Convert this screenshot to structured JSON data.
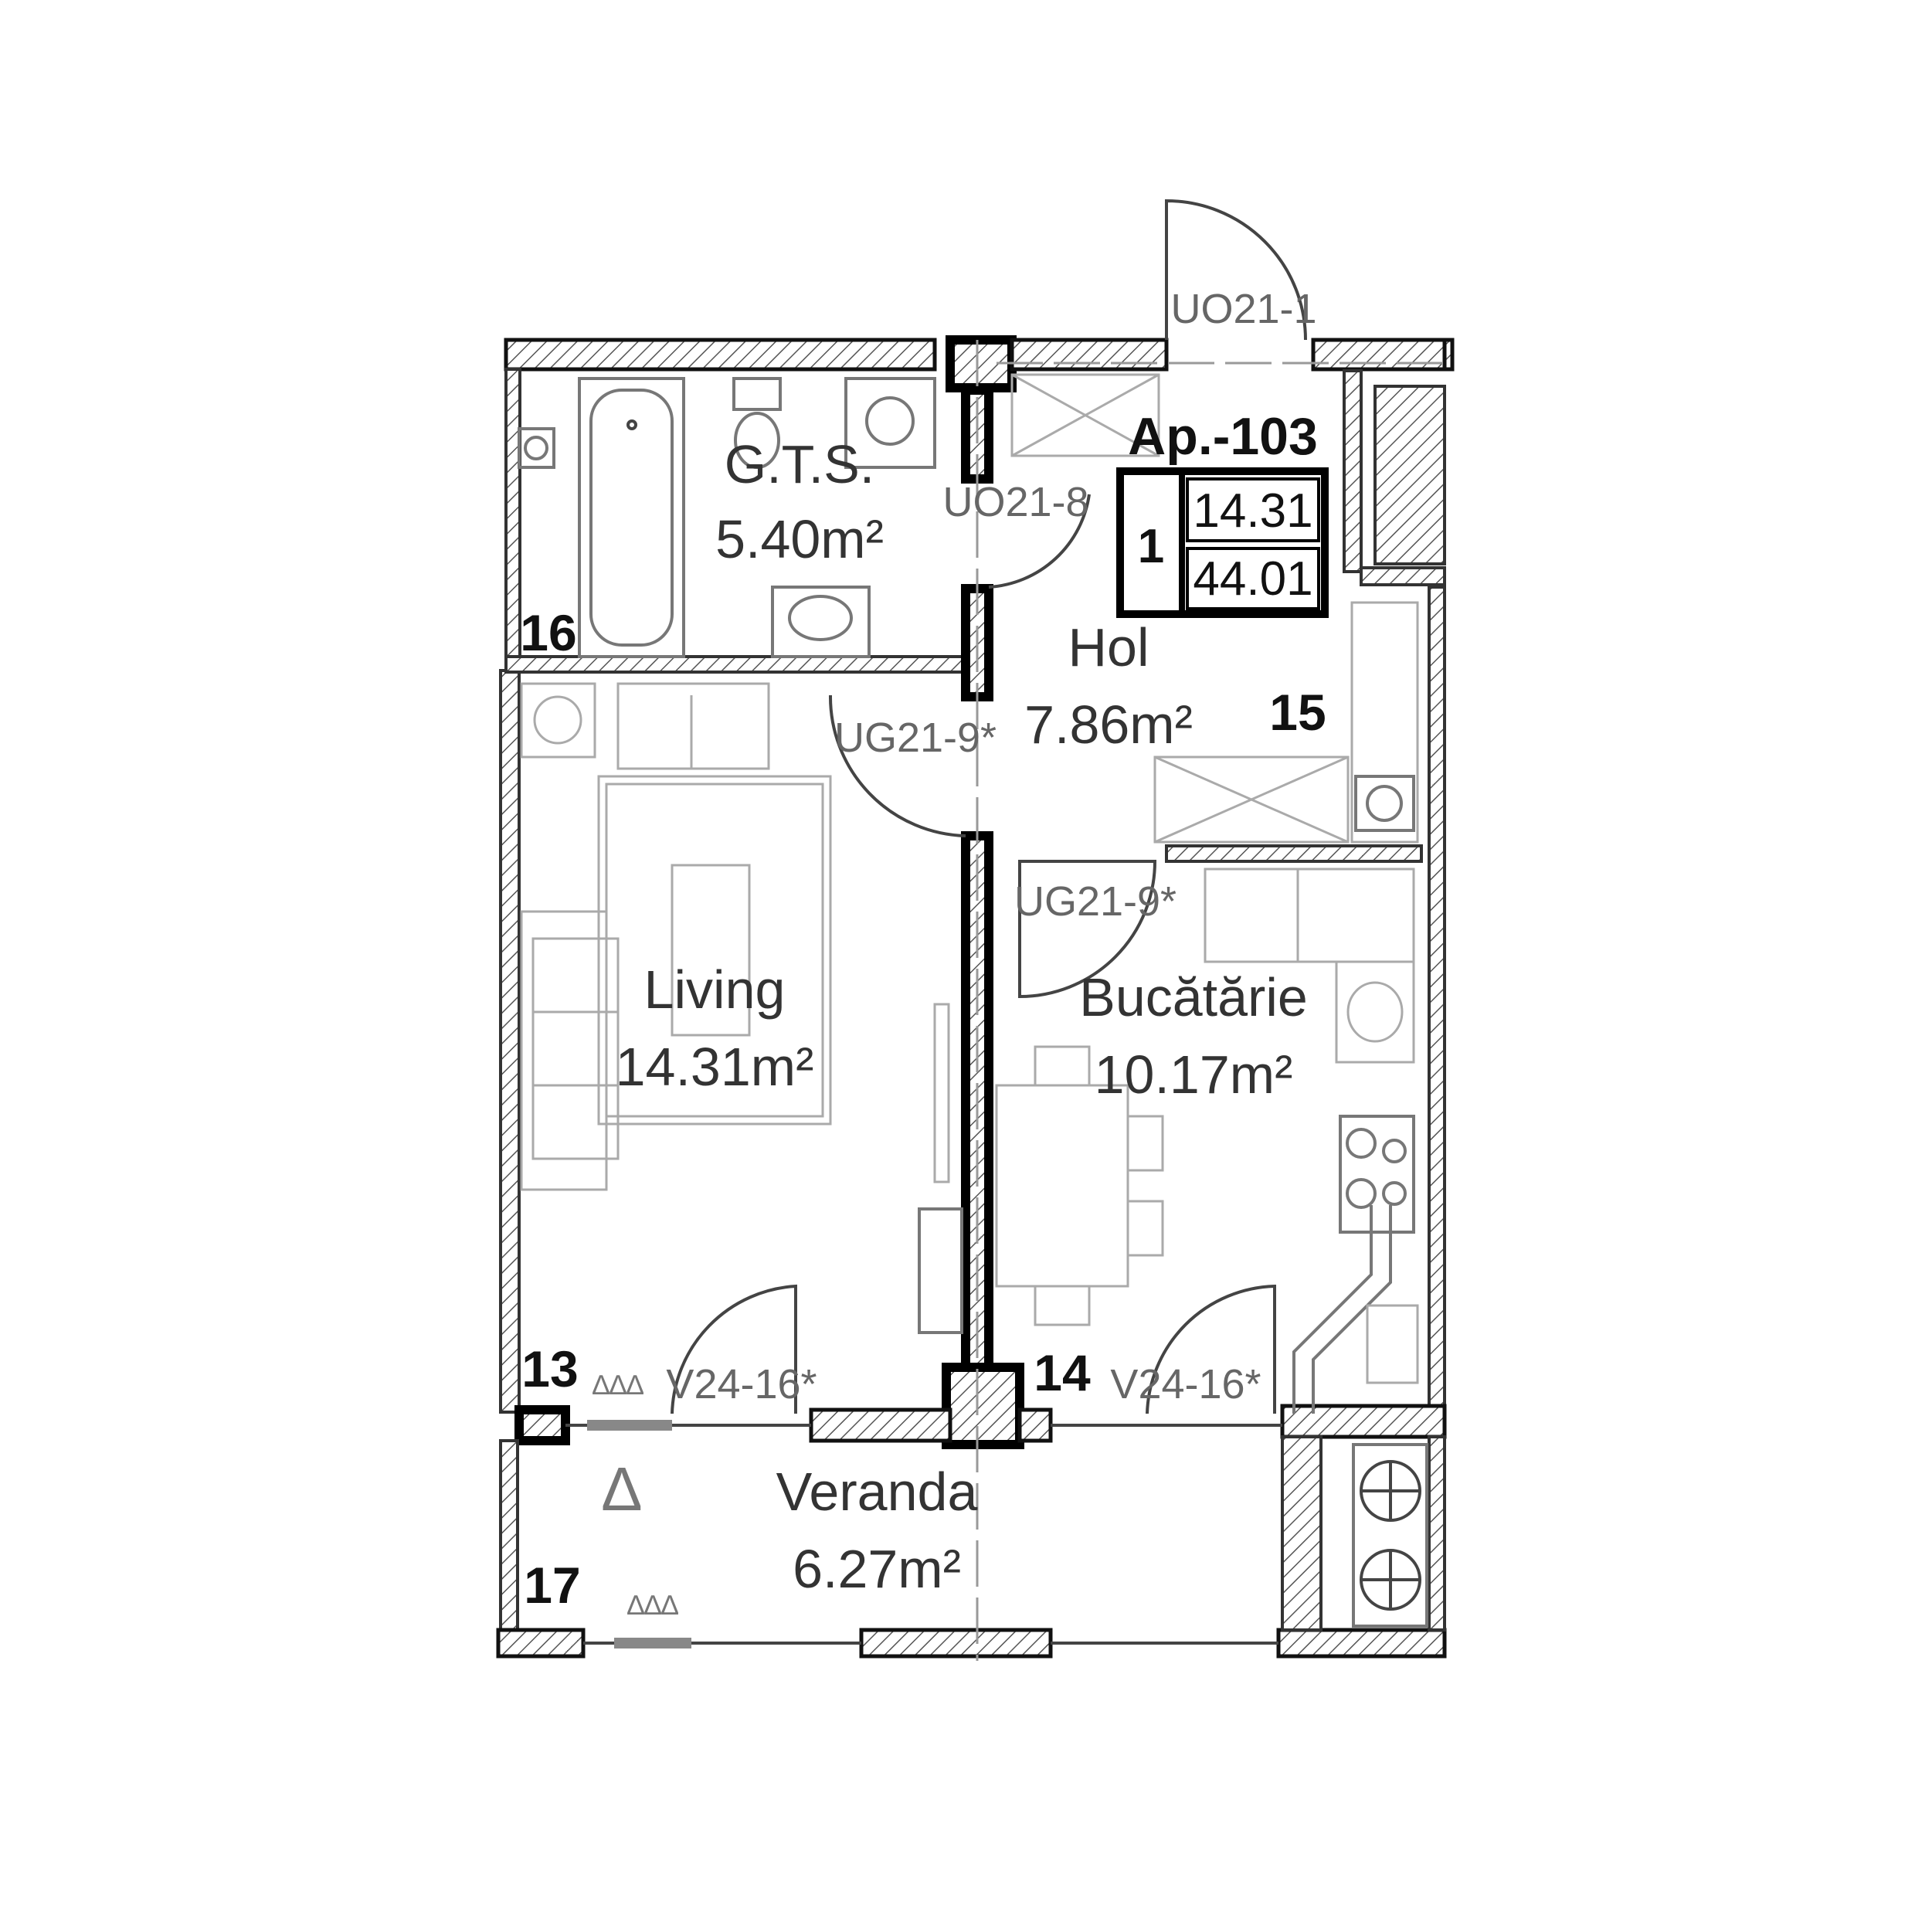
{
  "apartment": {
    "title": "Ap.-103",
    "rooms_count": "1",
    "living_area": "14.31",
    "total_area": "44.01"
  },
  "rooms": {
    "gts": {
      "name": "G.T.S.",
      "area": "5.40m²"
    },
    "hol": {
      "name": "Hol",
      "area": "7.86m²"
    },
    "living": {
      "name": "Living",
      "area": "14.31m²"
    },
    "bucatarie": {
      "name": "Bucătărie",
      "area": "10.17m²"
    },
    "veranda": {
      "name": "Veranda",
      "area": "6.27m²"
    }
  },
  "doors": {
    "entrance": "UO21-1",
    "bath": "UO21-8",
    "living": "UG21-9*",
    "kitchen": "UG21-9*",
    "veranda_left": "V24-16*",
    "veranda_right": "V24-16*"
  },
  "markers": {
    "m13": "13",
    "m14": "14",
    "m15": "15",
    "m16": "16",
    "m17": "17"
  },
  "symbols": {
    "triangle": "∆",
    "small_triangles": "∆∆∆"
  }
}
